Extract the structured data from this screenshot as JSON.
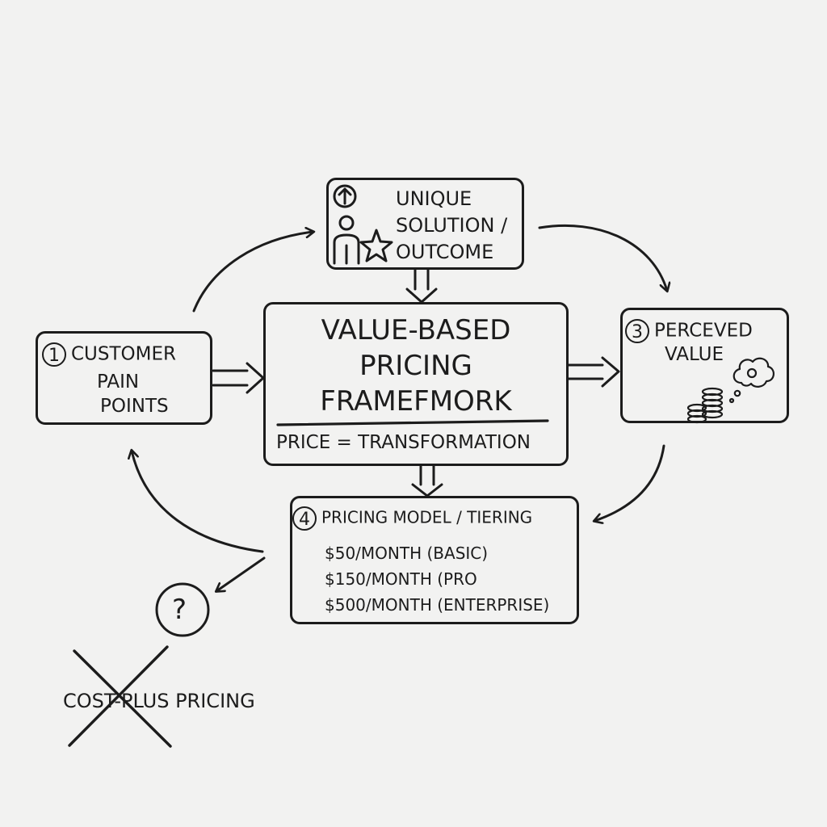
{
  "nodes": {
    "top": {
      "lines": [
        "UNIQUE",
        "SOLUTION /",
        "OUTCOME"
      ]
    },
    "center": {
      "lines": [
        "VALUE-BASED",
        "PRICING",
        "FRAMEFMORK"
      ],
      "formula": "PRICE = TRANSFORMATION"
    },
    "left": {
      "number": "1",
      "lines": [
        "CUSTOMER",
        "PAIN",
        "POINTS"
      ]
    },
    "right": {
      "number": "3",
      "lines": [
        "PERCEVED",
        "VALUE"
      ]
    },
    "bottom": {
      "number": "4",
      "heading": "PRICING MODEL / TIERING",
      "tiers": [
        "$50/MONTH (BASIC)",
        "$150/MONTH (PRO",
        "$500/MONTH (ENTERPRISE)"
      ]
    }
  },
  "rejected": {
    "question": "?",
    "label": "COST-PLUS PRICING"
  },
  "icons": [
    "up-arrow-circle-icon",
    "person-icon",
    "star-icon",
    "coin-stack-icon",
    "thought-bubble-icon",
    "x-cross-icon"
  ],
  "colors": {
    "ink": "#1c1c1c",
    "paper": "#f2f2f1"
  }
}
